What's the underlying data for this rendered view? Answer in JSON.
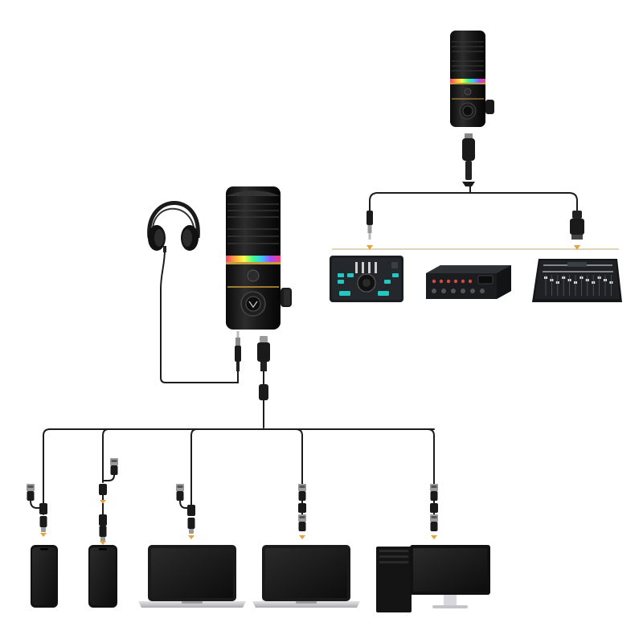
{
  "colors": {
    "cable": "#1c1c1c",
    "device_dark": "#111111",
    "device_mid": "#2a2a2a",
    "screen": "#1a1a1a",
    "screen_glare": "#333333",
    "laptop_base": "#c9c9cd",
    "monitor_stand": "#d8d8dc",
    "divider_line": "#d9c9a3",
    "orange_arrow": "#e8a23a",
    "rgb_ring": [
      "#ff3d6e",
      "#ffb13b",
      "#f5ff4f",
      "#3dff8b",
      "#3dc4ff",
      "#a34dff",
      "#ff3d6e"
    ],
    "gold_accent": "#c79a3a",
    "interface_teal": "#22c7c0",
    "mixer_fader_white": "#e9e9e9",
    "recorder_red": "#d64a3f"
  },
  "diagram": {
    "nodes": [
      {
        "id": "usb-mic",
        "kind": "microphone-icon"
      },
      {
        "id": "xlr-mic",
        "kind": "microphone-icon"
      },
      {
        "id": "headphones",
        "kind": "headphones-icon"
      },
      {
        "id": "audio-interface",
        "kind": "audio-interface-icon"
      },
      {
        "id": "field-recorder",
        "kind": "field-recorder-icon"
      },
      {
        "id": "mixing-console",
        "kind": "mixing-console-icon"
      },
      {
        "id": "phone-1",
        "kind": "smartphone-icon"
      },
      {
        "id": "phone-2",
        "kind": "smartphone-icon"
      },
      {
        "id": "laptop-1",
        "kind": "laptop-icon"
      },
      {
        "id": "laptop-2",
        "kind": "laptop-icon"
      },
      {
        "id": "desktop-pc",
        "kind": "desktop-computer-icon"
      }
    ],
    "connectors": [
      {
        "id": "jack-3-5mm",
        "kind": "aux-plug-icon"
      },
      {
        "id": "usb-c-out",
        "kind": "usb-c-plug-icon"
      },
      {
        "id": "xlr-out",
        "kind": "xlr-plug-icon"
      },
      {
        "id": "xlr-in",
        "kind": "xlr-plug-icon"
      },
      {
        "id": "trs-in",
        "kind": "trs-plug-icon"
      },
      {
        "id": "usb-a-adapter",
        "kind": "usb-a-plug-icon"
      },
      {
        "id": "usb-c-tip",
        "kind": "usb-c-plug-icon"
      }
    ]
  }
}
